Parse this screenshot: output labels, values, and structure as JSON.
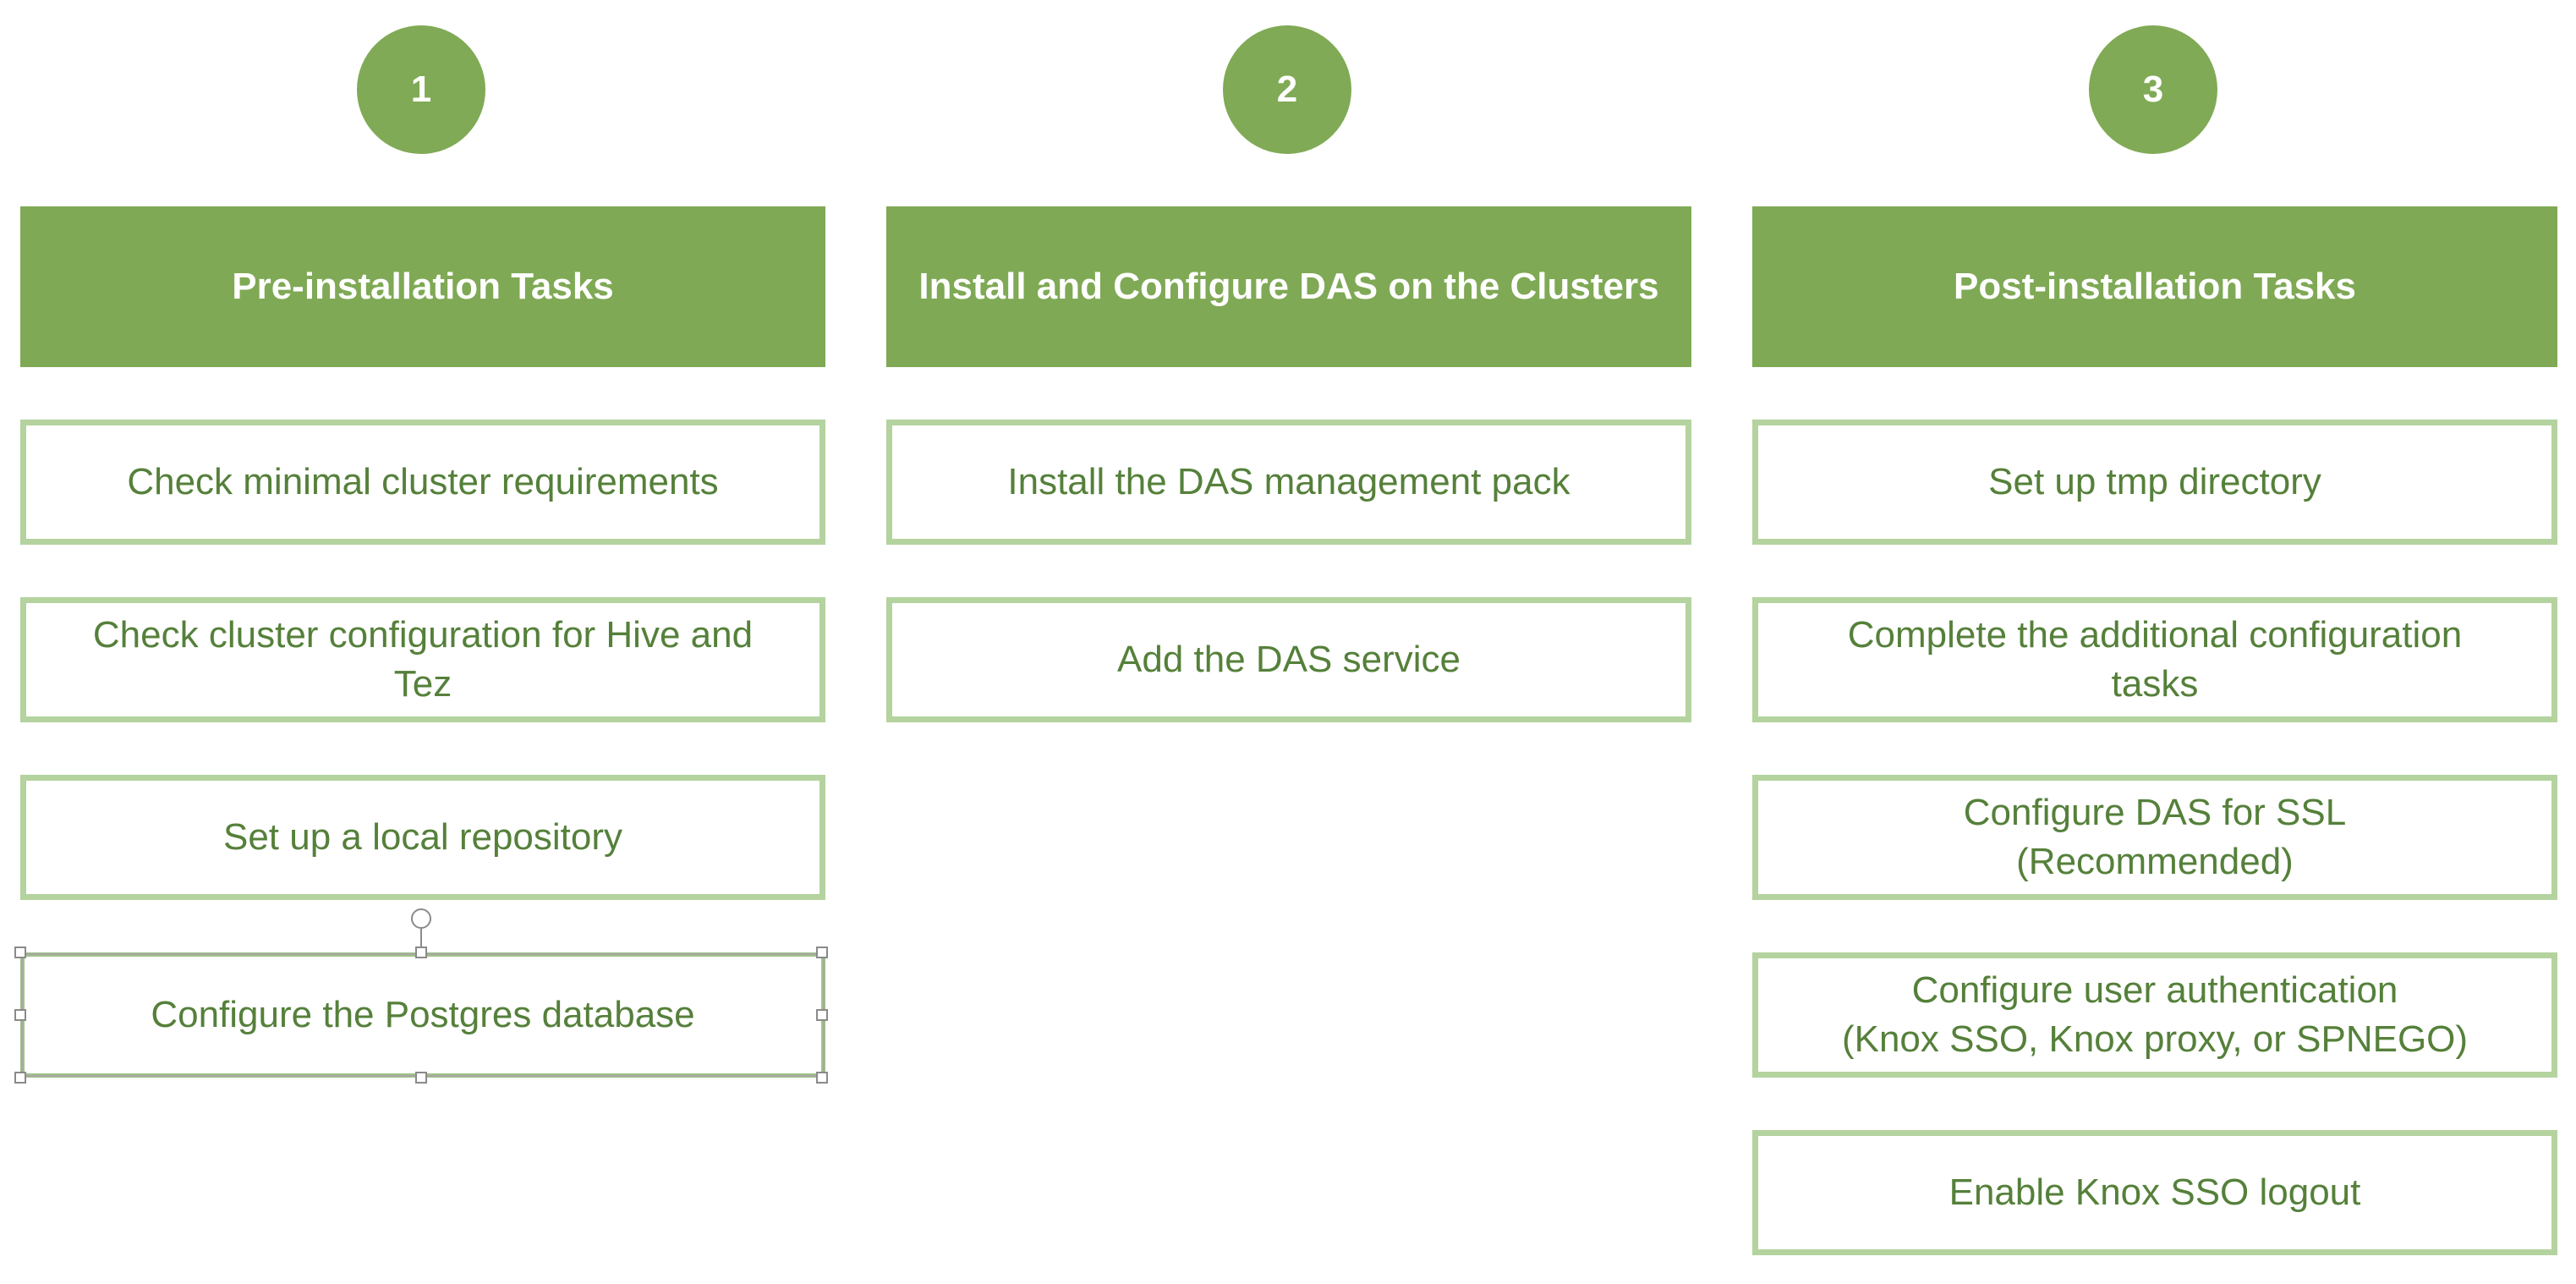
{
  "colors": {
    "primary_green": "#7fa955",
    "task_border": "#b4d39f",
    "task_text": "#55803a"
  },
  "steps": [
    {
      "number": "1",
      "title": "Pre-installation Tasks",
      "tasks": [
        "Check minimal cluster requirements",
        "Check cluster configuration for Hive and\nTez",
        "Set up a local repository",
        "Configure the Postgres database"
      ]
    },
    {
      "number": "2",
      "title": "Install and Configure DAS on the Clusters",
      "tasks": [
        "Install the DAS management pack",
        "Add the DAS service"
      ]
    },
    {
      "number": "3",
      "title": "Post-installation Tasks",
      "tasks": [
        "Set up tmp directory",
        "Complete the additional configuration\ntasks",
        "Configure DAS for SSL\n(Recommended)",
        "Configure user authentication\n(Knox SSO, Knox proxy, or SPNEGO)",
        "Enable Knox SSO logout"
      ]
    }
  ]
}
